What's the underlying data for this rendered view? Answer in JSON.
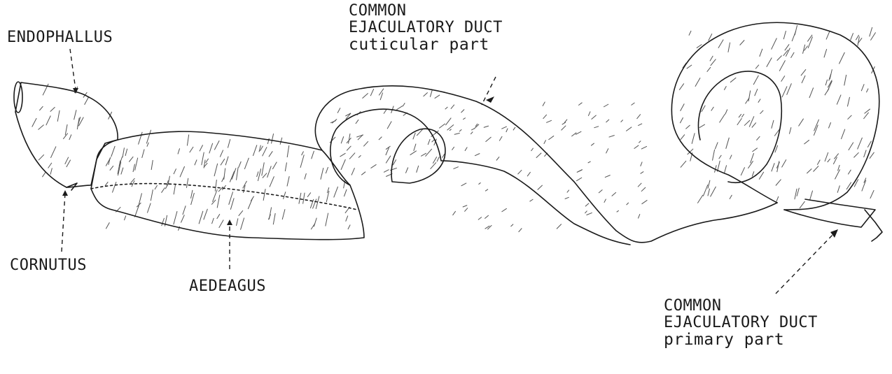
{
  "labels": {
    "endophallus": "ENDOPHALLUS",
    "cornutus": "CORNUTUS",
    "aedeagus": "AEDEAGUS",
    "cuticular": {
      "line1": "COMMON",
      "line2": "EJACULATORY DUCT",
      "line3": "cuticular part"
    },
    "primary": {
      "line1": "COMMON",
      "line2": "EJACULATORY DUCT",
      "line3": "primary part"
    }
  },
  "colors": {
    "ink": "#1a1a1a",
    "paper": "#ffffff"
  }
}
